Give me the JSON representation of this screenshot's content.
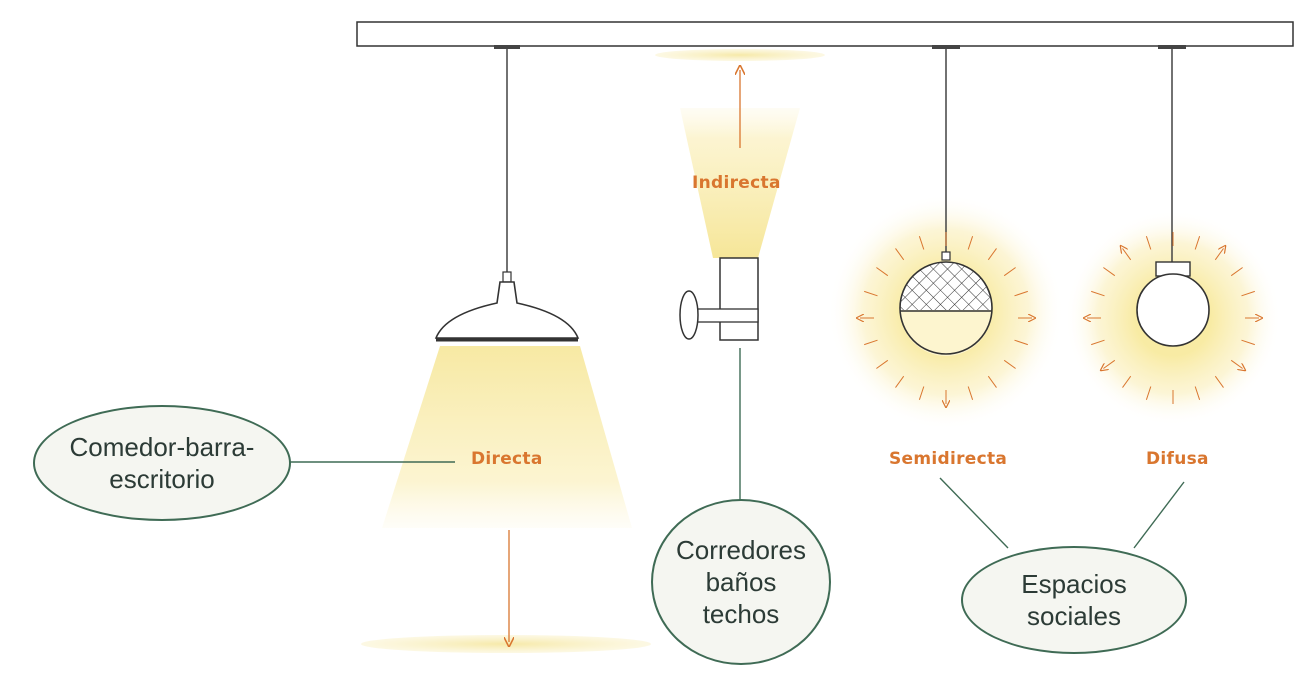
{
  "labels": {
    "directa": "Directa",
    "indirecta": "Indirecta",
    "semidirecta": "Semidirecta",
    "difusa": "Difusa"
  },
  "bubbles": {
    "comedor": [
      "Comedor-barra-",
      "escritorio"
    ],
    "corredores": [
      "Corredores",
      "baños",
      "techos"
    ],
    "espacios": [
      "Espacios",
      "sociales"
    ]
  },
  "colors": {
    "accent": "#d9762f",
    "line": "#3f6b55",
    "glow": "#f9eeb0",
    "ink": "#2c3b36"
  }
}
